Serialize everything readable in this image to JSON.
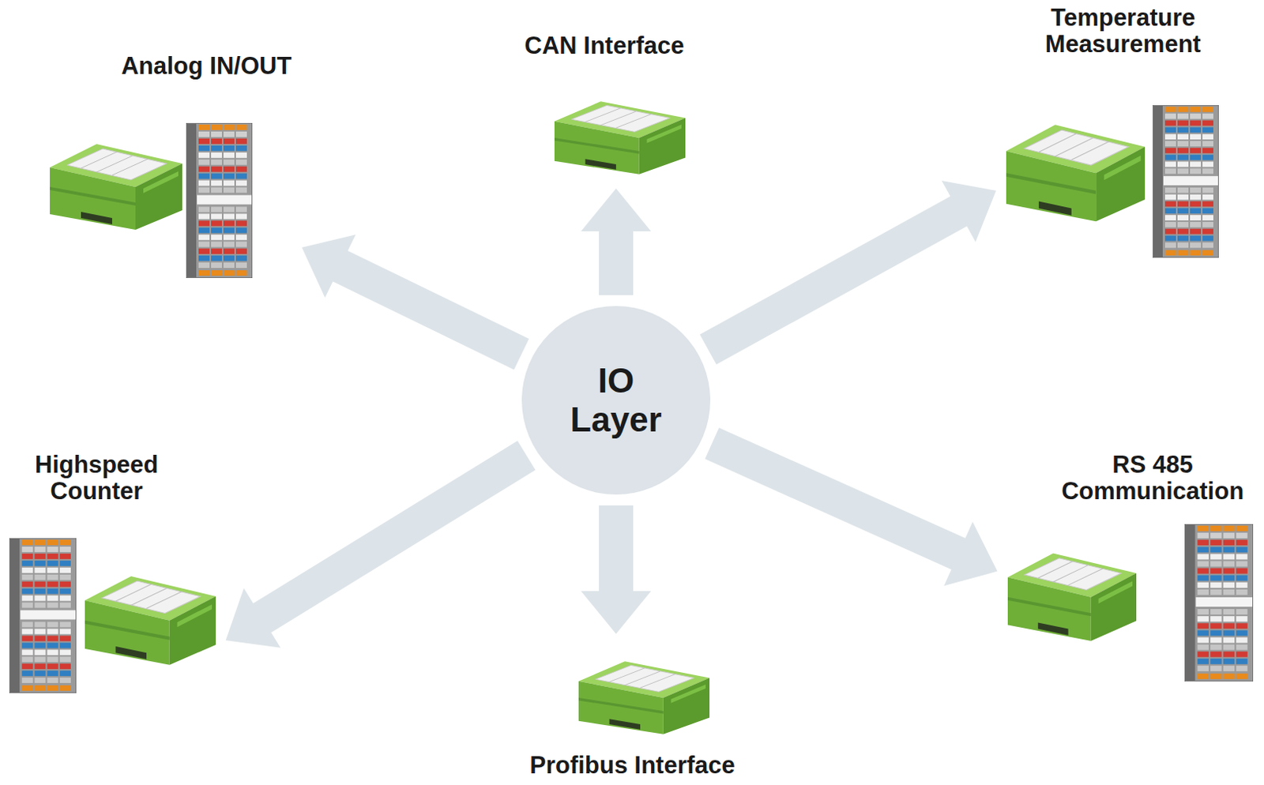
{
  "diagram": {
    "nodes": [
      {
        "text": [
          "Analog IN/OUT"
        ]
      },
      {
        "text": [
          "CAN Interface"
        ]
      },
      {
        "text": [
          "Temperature Measurement"
        ]
      },
      {
        "text": [
          "IO Layer"
        ]
      },
      {
        "text": [
          "Highspeed Counter"
        ]
      },
      {
        "text": [
          "RS 485 Communication"
        ]
      },
      {
        "text": [
          "Profibus Interface"
        ]
      }
    ],
    "edges": [
      {
        "from": 3,
        "to": 0,
        "arrow": "to"
      },
      {
        "from": 3,
        "to": 1,
        "arrow": "to"
      },
      {
        "from": 3,
        "to": 2,
        "arrow": "to"
      },
      {
        "from": 3,
        "to": 4,
        "arrow": "to"
      },
      {
        "from": 3,
        "to": 5,
        "arrow": "to"
      },
      {
        "from": 3,
        "to": 6,
        "arrow": "to"
      }
    ]
  }
}
